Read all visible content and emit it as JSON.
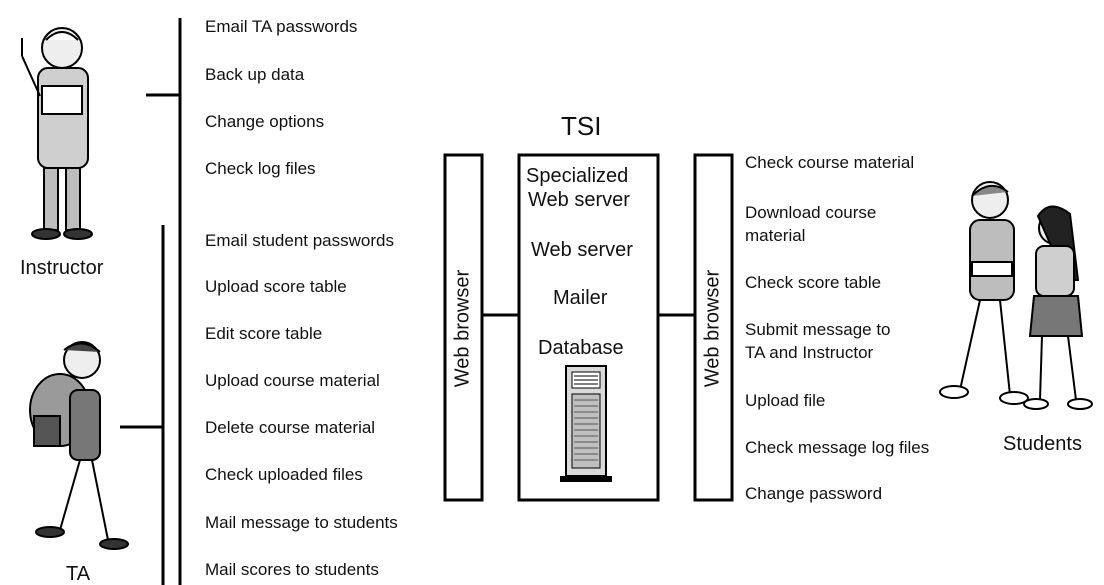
{
  "actors": {
    "instructor": "Instructor",
    "ta": "TA",
    "students": "Students"
  },
  "instructor_actions": [
    "Email TA passwords",
    "Back up data",
    "Change options",
    "Check log files"
  ],
  "ta_actions": [
    "Email student passwords",
    "Upload score table",
    "Edit score table",
    "Upload course material",
    "Delete course material",
    "Check uploaded files",
    "Mail message to students",
    "Mail scores to students"
  ],
  "browser_left": "Web browser",
  "browser_right": "Web browser",
  "server": {
    "title": "TSI",
    "line1": "Specialized",
    "line2": "Web server",
    "web_server": "Web server",
    "mailer": "Mailer",
    "database": "Database"
  },
  "student_actions": {
    "a1": "Check course material",
    "a2_l1": "Download course",
    "a2_l2": "material",
    "a3": "Check score table",
    "a4_l1": "Submit message to",
    "a4_l2": "TA and Instructor",
    "a5": "Upload file",
    "a6": "Check message log files",
    "a7": "Change password"
  }
}
